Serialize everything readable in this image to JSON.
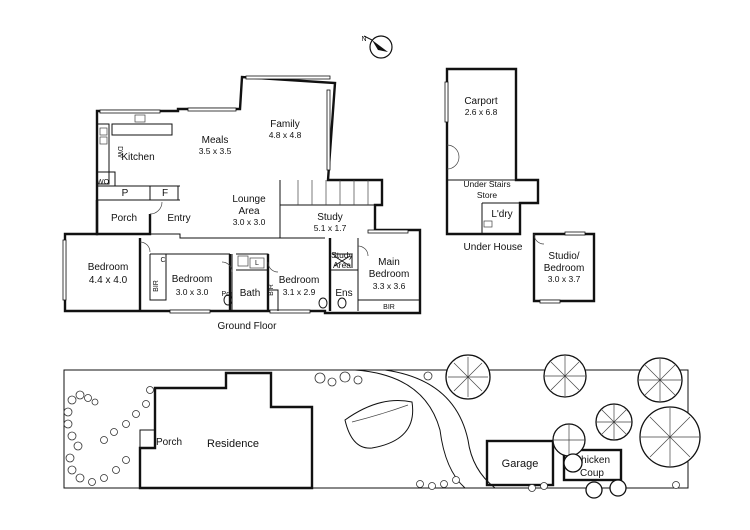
{
  "ground_floor": {
    "title": "Ground Floor",
    "rooms": {
      "family": {
        "name": "Family",
        "dim": "4.8 x 4.8"
      },
      "meals": {
        "name": "Meals",
        "dim": "3.5 x 3.5"
      },
      "kitchen": {
        "name": "Kitchen"
      },
      "dw": "DW",
      "wo": "WO",
      "pantry": "P",
      "fridge": "F",
      "porch": "Porch",
      "entry": "Entry",
      "lounge": {
        "name": "Lounge",
        "name2": "Area",
        "dim": "3.0 x 3.0"
      },
      "study": {
        "name": "Study",
        "dim": "5.1 x 1.7"
      },
      "bedroom_left": {
        "name": "Bedroom",
        "dim": "4.4 x 4.0"
      },
      "c": "C",
      "bir_1": "BIR",
      "bedroom_2": {
        "name": "Bedroom",
        "dim": "3.0 x 3.0"
      },
      "pdr": "Pdr",
      "bath": "Bath",
      "l": "L",
      "bir_2": "BIR",
      "bedroom_3": {
        "name": "Bedroom",
        "dim": "3.1 x 2.9"
      },
      "study_area": {
        "name": "Study",
        "name2": "Area"
      },
      "ens": "Ens",
      "main_bedroom": {
        "name": "Main",
        "name2": "Bedroom",
        "dim": "3.3 x 3.6"
      },
      "bir_3": "BIR"
    }
  },
  "under_house": {
    "title": "Under House",
    "carport": {
      "name": "Carport",
      "dim": "2.6 x 6.8"
    },
    "store": {
      "name": "Under Stairs",
      "name2": "Store"
    },
    "ldry": "L'dry",
    "studio": {
      "name": "Studio/",
      "name2": "Bedroom",
      "dim": "3.0 x 3.7"
    }
  },
  "site_plan": {
    "porch": "Porch",
    "residence": "Residence",
    "garage": "Garage",
    "chicken": {
      "name": "Chicken",
      "name2": "Coup"
    }
  },
  "compass": {
    "label": "N",
    "icon": "north-arrow-icon"
  }
}
